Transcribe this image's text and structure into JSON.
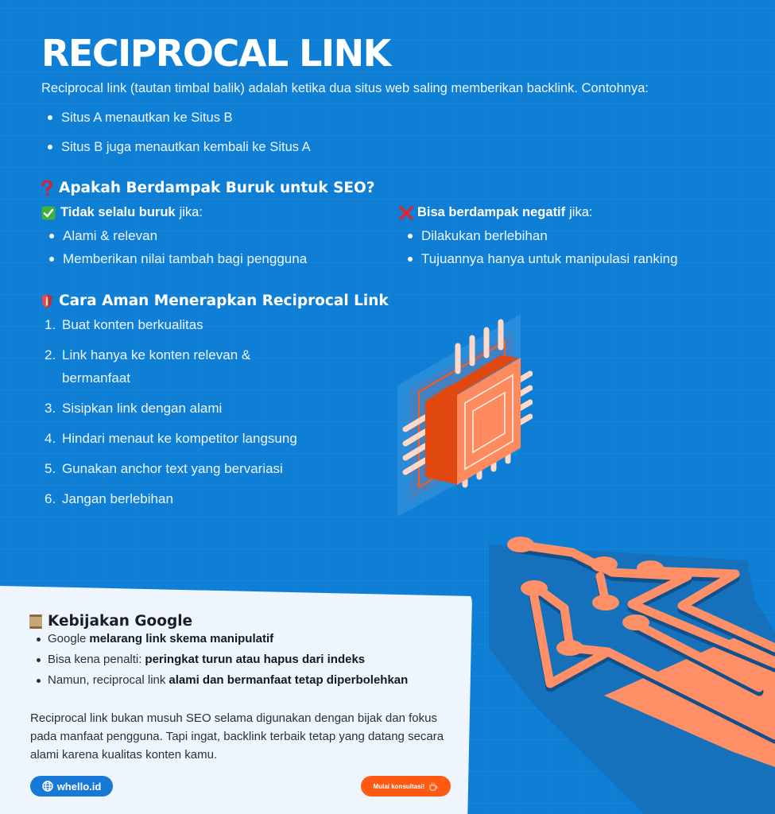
{
  "header": {
    "title": "RECIPROCAL LINK",
    "intro": "Reciprocal link (tautan timbal balik) adalah ketika dua situs web saling memberikan backlink. Contohnya:",
    "examples": [
      "Situs A menautkan ke Situs B",
      "Situs B juga menautkan kembali ke Situs A"
    ]
  },
  "seo_section": {
    "icon": "question-mark-icon",
    "heading": "Apakah Berdampak Buruk untuk SEO?",
    "positive": {
      "icon": "check-mark-icon",
      "bold": "Tidak selalu buruk",
      "rest": "jika:",
      "items": [
        "Alami & relevan",
        "Memberikan nilai tambah bagi pengguna"
      ]
    },
    "negative": {
      "icon": "cross-mark-icon",
      "bold": "Bisa berdampak negatif",
      "rest": "jika:",
      "items": [
        "Dilakukan berlebihan",
        "Tujuannya hanya untuk manipulasi ranking"
      ]
    }
  },
  "safe_section": {
    "icon": "shield-icon",
    "heading": "Cara Aman Menerapkan Reciprocal Link",
    "steps": [
      {
        "num": "1.",
        "text": "Buat konten berkualitas"
      },
      {
        "num": "2.",
        "text": "Link hanya ke konten relevan & bermanfaat"
      },
      {
        "num": "3.",
        "text": "Sisipkan link dengan alami"
      },
      {
        "num": "4.",
        "text": "Hindari menaut ke kompetitor langsung"
      },
      {
        "num": "5.",
        "text": "Gunakan anchor text yang bervariasi"
      },
      {
        "num": "6.",
        "text": "Jangan berlebihan"
      }
    ]
  },
  "google_card": {
    "icon": "scroll-icon",
    "heading": "Kebijakan Google",
    "items": [
      {
        "plain": "Google",
        "bold": "melarang link skema manipulatif"
      },
      {
        "plain": "Bisa kena penalti:",
        "bold": "peringkat turun atau hapus dari indeks"
      },
      {
        "plain": "Namun, reciprocal link",
        "bold": "alami dan bermanfaat tetap diperbolehkan"
      }
    ],
    "closing": "Reciprocal link bukan musuh SEO selama digunakan dengan bijak dan fokus pada manfaat pengguna. Tapi ingat, backlink terbaik tetap yang datang secara alami karena kualitas konten kamu.",
    "site_button": {
      "icon": "globe-icon",
      "label": "whello.id"
    },
    "cta_button": {
      "icon": "coffee-cup-icon",
      "label": "Mulai konsultasi!"
    }
  },
  "colors": {
    "background": "#0f7fd6",
    "card": "#eef5fd",
    "accent_orange": "#ff5a14",
    "illustration_orange": "#ff8a5e",
    "site_pill": "#1778d6"
  }
}
